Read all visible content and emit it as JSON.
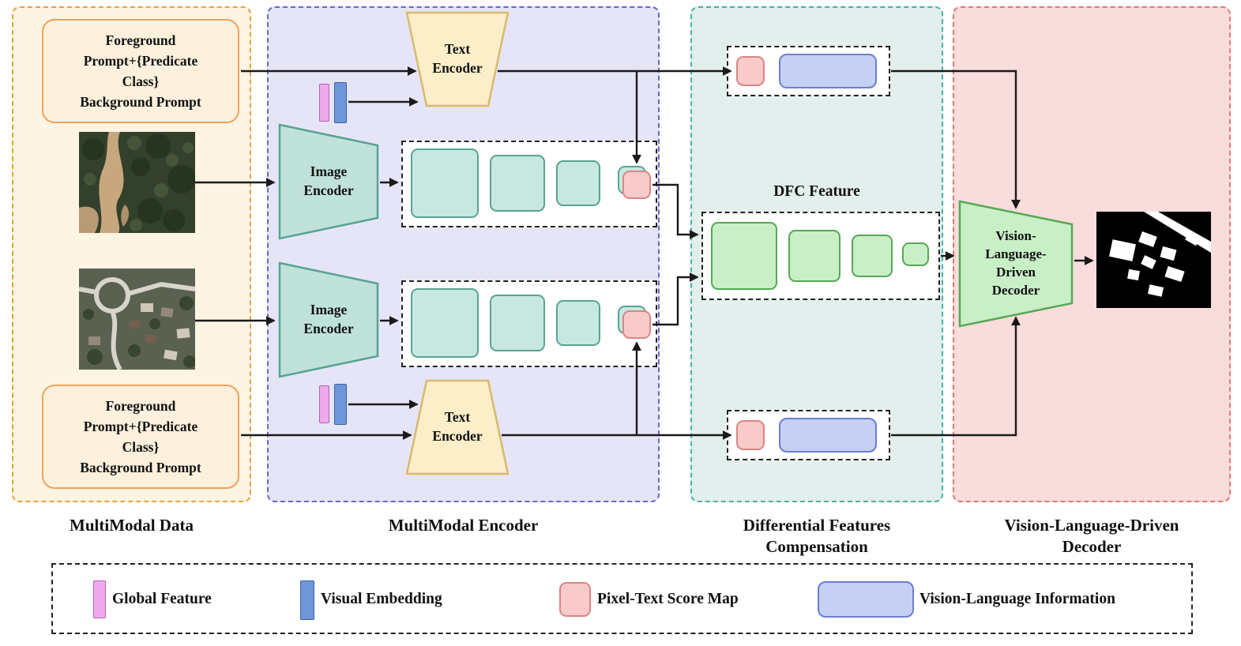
{
  "colors": {
    "panel1-bg": "#fdf4e3",
    "panel1-border": "#e8a33d",
    "panel2-bg": "#e6e5f8",
    "panel2-border": "#6a66cc",
    "panel3-bg": "#e2efed",
    "panel3-border": "#45b2a5",
    "panel4-bg": "#f9dcdc",
    "panel4-border": "#e07777",
    "prompt-bg": "#fdf1dd",
    "prompt-border": "#f0a35a",
    "text-encoder-fill": "#fbeec9",
    "text-encoder-border": "#d9b96c",
    "image-encoder-fill": "#bfe2da",
    "image-encoder-border": "#59a391",
    "feature-fill": "#c7e8e0",
    "feature-border": "#59a391",
    "score-map-fill": "#f9caca",
    "score-map-border": "#dc8585",
    "global-feature-fill": "#eeaaea",
    "global-feature-border": "#b263ae",
    "visual-embedding-fill": "#6f97d8",
    "visual-embedding-border": "#3a5fa8",
    "vl-info-fill": "#c6cff4",
    "vl-info-border": "#6a7fd0",
    "dfc-fill": "#c9efc7",
    "dfc-border": "#55a855",
    "decoder-fill": "#c9efc7",
    "decoder-border": "#55a855",
    "arrow": "#1a1a1a"
  },
  "prompts": {
    "top": "Foreground\nPrompt+{Predicate\nClass}\nBackground Prompt",
    "bottom": "Foreground\nPrompt+{Predicate\nClass}\nBackground Prompt"
  },
  "encoders": {
    "text_top": "Text\nEncoder",
    "image_top": "Image\nEncoder",
    "image_bottom": "Image\nEncoder",
    "text_bottom": "Text\nEncoder"
  },
  "dfc": {
    "feature_label": "DFC Feature"
  },
  "decoder": {
    "label": "Vision-\nLanguage-\nDriven\nDecoder"
  },
  "captions": {
    "multimodal_data": "MultiModal Data",
    "multimodal_encoder": "MultiModal Encoder",
    "differential_features": "Differential Features\nCompensation",
    "vld_decoder": "Vision-Language-Driven\nDecoder"
  },
  "legend": {
    "global_feature": "Global Feature",
    "visual_embedding": "Visual Embedding",
    "pixel_text_score_map": "Pixel-Text Score Map",
    "vision_language_information": "Vision-Language Information"
  }
}
